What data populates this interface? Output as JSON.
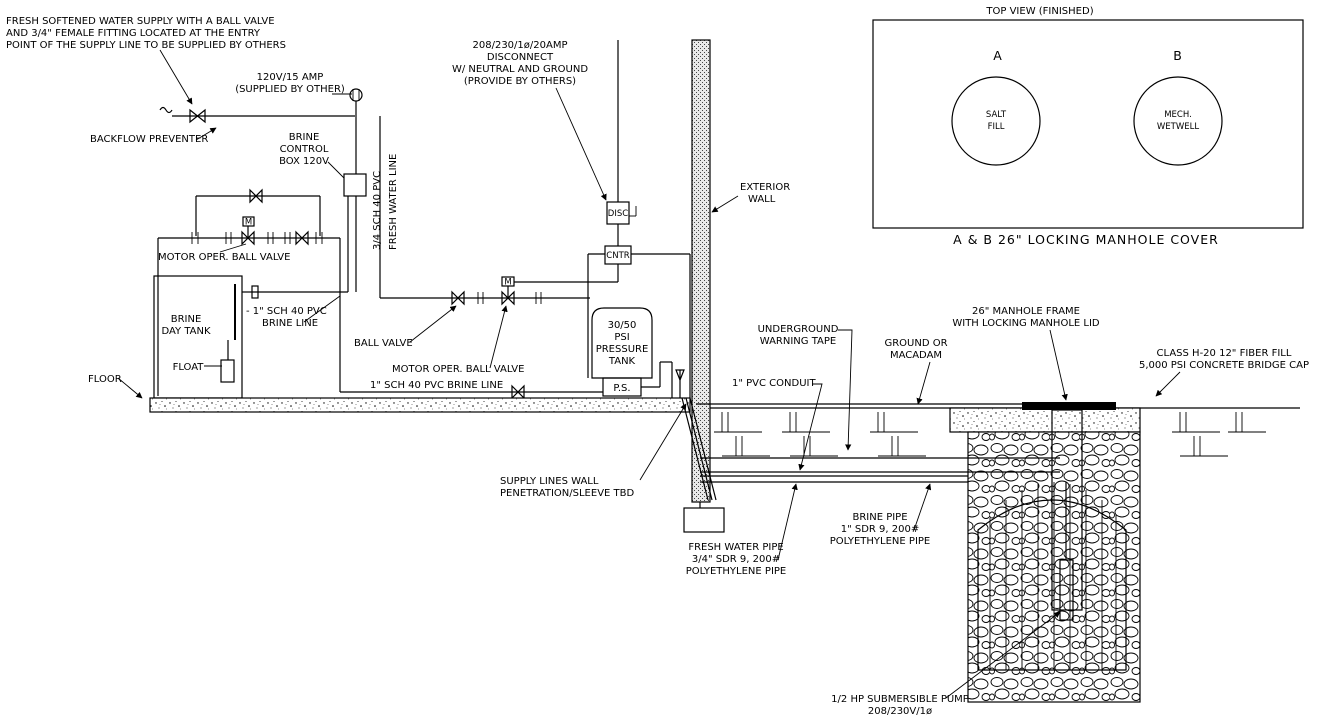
{
  "labels": {
    "supply_note": [
      "FRESH SOFTENED WATER SUPPLY WITH A BALL VALVE",
      "AND 3/4\" FEMALE FITTING LOCATED AT THE ENTRY",
      "POINT OF THE SUPPLY LINE TO BE SUPPLIED BY OTHERS"
    ],
    "power_120": [
      "120V/15 AMP",
      "(SUPPLIED BY OTHER)"
    ],
    "backflow": "BACKFLOW PREVENTER",
    "brine_control": [
      "BRINE",
      "CONTROL",
      "BOX 120V"
    ],
    "fresh_line_vertical": [
      "3/4 SCH 40 PVC",
      "FRESH WATER LINE"
    ],
    "disconnect": [
      "208/230/1ø/20AMP",
      "DISCONNECT",
      "W/ NEUTRAL AND GROUND",
      "(PROVIDE BY OTHERS)"
    ],
    "disc_box": "DISC",
    "cntr_box": "CNTR",
    "exterior_wall": [
      "EXTERIOR",
      "WALL"
    ],
    "motor_valve_1": "MOTOR OPER. BALL VALVE",
    "motor_valve_2": "MOTOR OPER. BALL VALVE",
    "ball_valve": "BALL VALVE",
    "brine_day_tank": [
      "BRINE",
      "DAY TANK"
    ],
    "brine_line_short": [
      "- 1\" SCH 40 PVC",
      "BRINE LINE"
    ],
    "float": "FLOAT",
    "floor": "FLOOR",
    "brine_line_long": "1\" SCH 40 PVC BRINE LINE",
    "pressure_tank": [
      "30/50",
      "PSI",
      "PRESSURE",
      "TANK"
    ],
    "ps_box": "P.S.",
    "warning_tape": [
      "UNDERGROUND",
      "WARNING TAPE"
    ],
    "ground": [
      "GROUND OR",
      "MACADAM"
    ],
    "manhole_frame": [
      "26\" MANHOLE FRAME",
      "WITH LOCKING MANHOLE LID"
    ],
    "class_h20": [
      "CLASS H-20 12\" FIBER FILL",
      "5,000 PSI CONCRETE BRIDGE CAP"
    ],
    "pvc_conduit": "1\" PVC CONDUIT",
    "wall_penetration": [
      "SUPPLY LINES WALL",
      "PENETRATION/SLEEVE TBD"
    ],
    "brine_pipe": [
      "BRINE PIPE",
      "1\" SDR 9, 200#",
      "POLYETHYLENE PIPE"
    ],
    "fresh_pipe": [
      "FRESH WATER PIPE",
      "3/4\" SDR 9, 200#",
      "POLYETHYLENE PIPE"
    ],
    "pump": [
      "1/2 HP SUBMERSIBLE PUMP",
      "208/230V/1ø"
    ],
    "motor_m": "M"
  },
  "top_view": {
    "title": "TOP VIEW (FINISHED)",
    "letter_a": "A",
    "letter_b": "B",
    "circle_a": [
      "SALT",
      "FILL"
    ],
    "circle_b": [
      "MECH.",
      "WETWELL"
    ],
    "caption": "A & B 26\" LOCKING MANHOLE COVER"
  }
}
